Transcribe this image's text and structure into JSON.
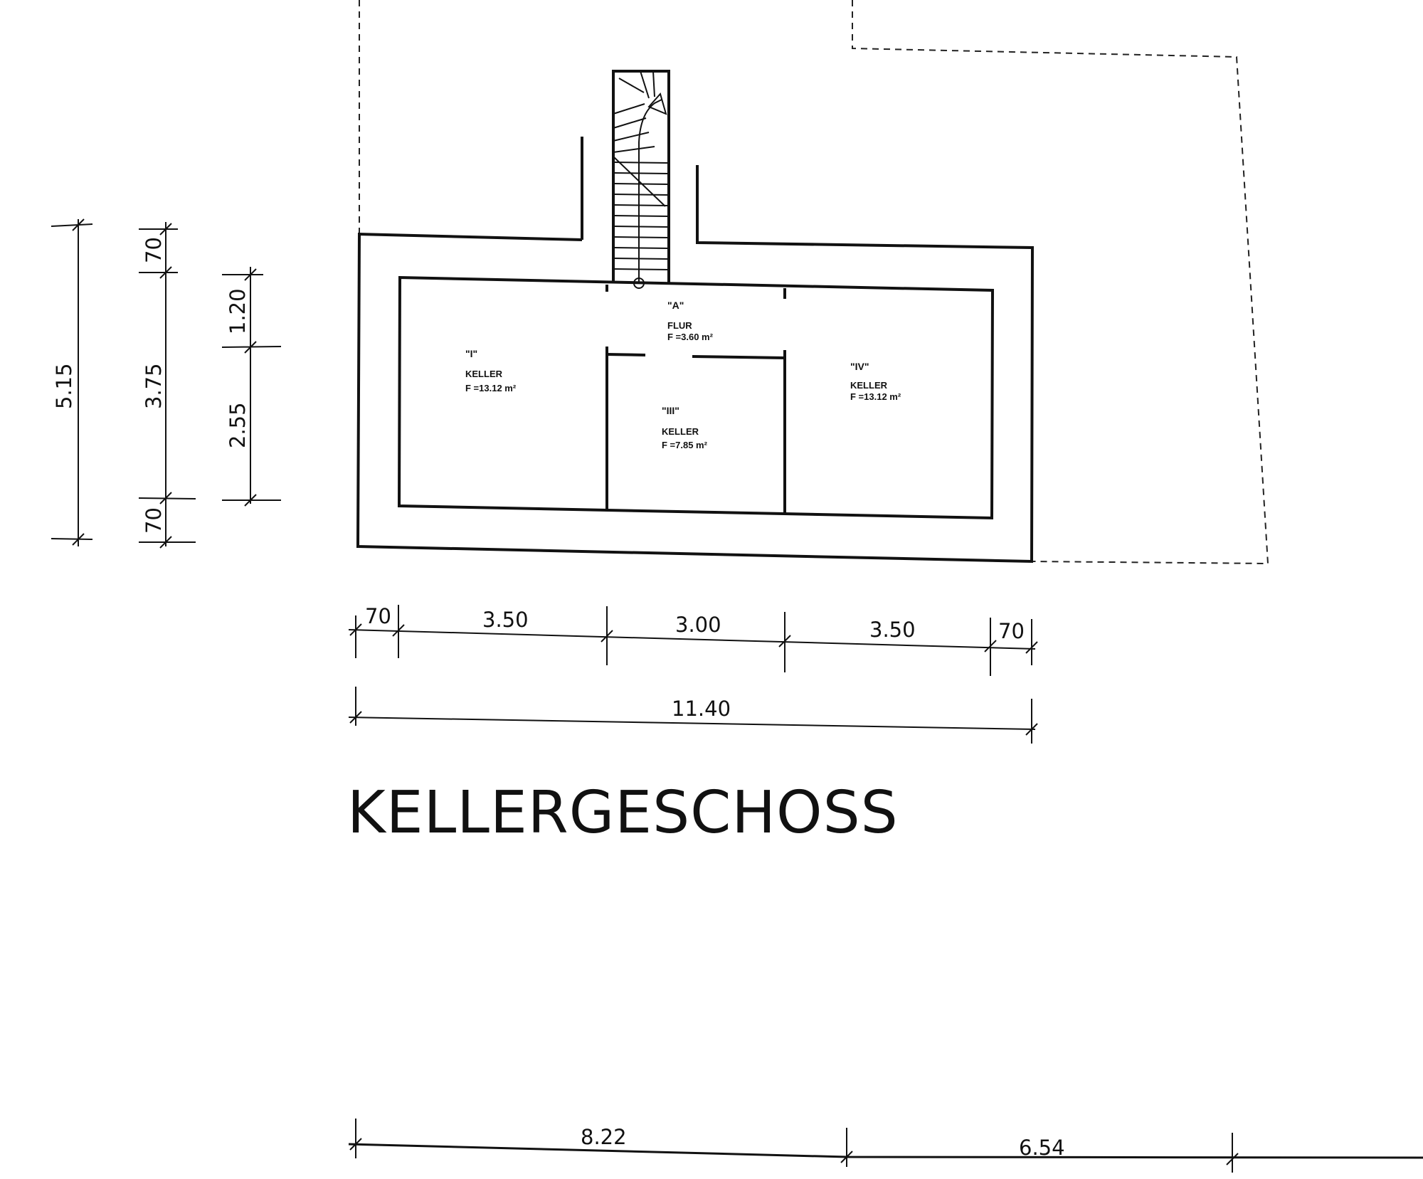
{
  "title": "KELLERGESCHOSS",
  "rooms": [
    {
      "id": "\"I\"",
      "name": "KELLER",
      "area": "F =13.12 m²"
    },
    {
      "id": "\"A\"",
      "name": "FLUR",
      "area": "F =3.60 m²"
    },
    {
      "id": "\"III\"",
      "name": "KELLER",
      "area": "F =7.85 m²"
    },
    {
      "id": "\"IV\"",
      "name": "KELLER",
      "area": "F =13.12 m²"
    }
  ],
  "dimensions": {
    "horizontal": [
      "70",
      "3.50",
      "3.00",
      "3.50",
      "70"
    ],
    "total": "11.40",
    "vertical_outer": "5.15",
    "vertical_mid": [
      "70",
      "3.75",
      "70"
    ],
    "vertical_inner": [
      "1.20",
      "2.55"
    ],
    "bottom": [
      "8.22",
      "6.54"
    ]
  }
}
